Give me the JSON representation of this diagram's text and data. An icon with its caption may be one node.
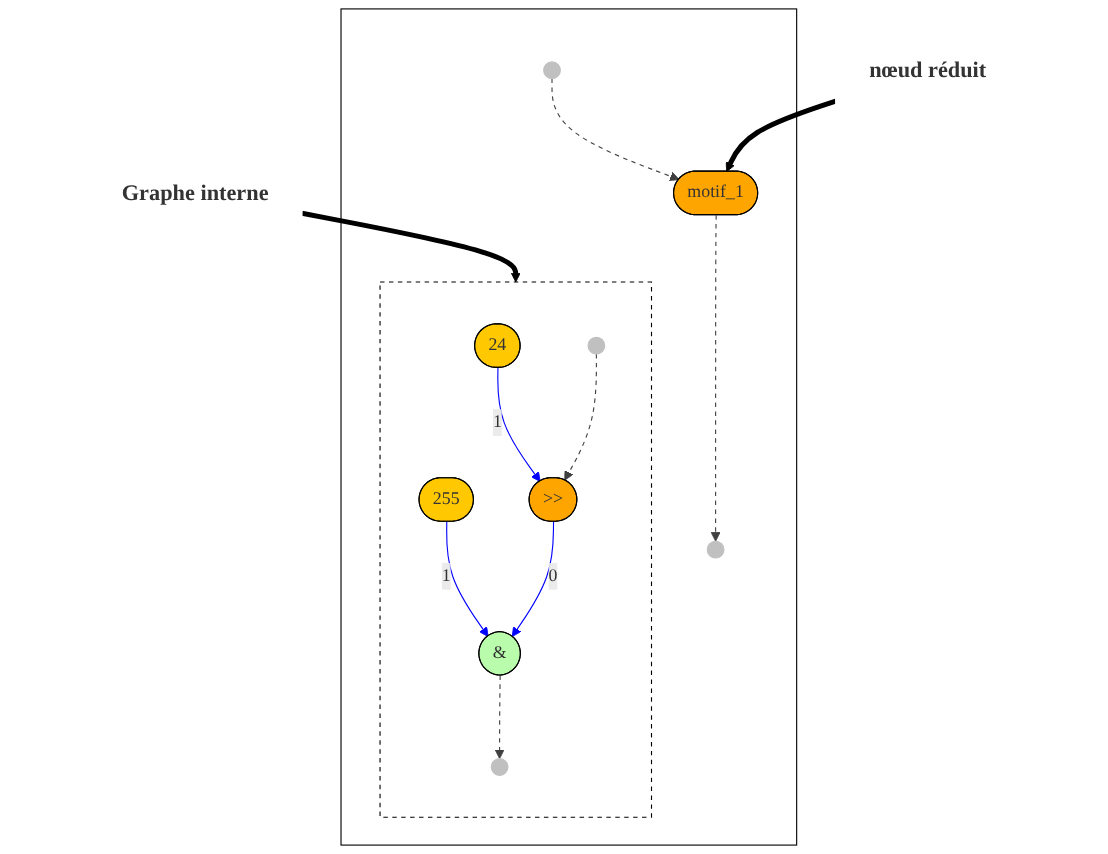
{
  "diagram": {
    "nodes": [
      {
        "text": [],
        "shape": "box"
      },
      {
        "text": [],
        "shape": "box",
        "in": 0
      },
      {
        "text": [
          "24"
        ],
        "in": 1
      },
      {
        "text": [],
        "shape": "circle",
        "in": 1
      },
      {
        "text": [
          "255"
        ],
        "in": 1
      },
      {
        "text": [
          ">>"
        ],
        "in": 1
      },
      {
        "text": [
          "&"
        ],
        "in": 1
      },
      {
        "text": [],
        "shape": "circle",
        "in": 1
      },
      {
        "text": [],
        "shape": "circle",
        "in": 0
      },
      {
        "text": [
          "motif_1"
        ],
        "in": 0
      },
      {
        "text": [],
        "shape": "circle",
        "in": 0
      },
      {
        "text": [
          "Graphe interne"
        ]
      },
      {
        "text": [
          "nœud réduit"
        ]
      }
    ],
    "edges": [
      {
        "from": 2,
        "to": 5,
        "arrow": "to",
        "label": "1",
        "color": "#0000ff"
      },
      {
        "from": 3,
        "to": 5,
        "arrow": "to",
        "style": "dashed",
        "color": "#404040"
      },
      {
        "from": 4,
        "to": 6,
        "arrow": "to",
        "label": "1",
        "color": "#0000ff"
      },
      {
        "from": 5,
        "to": 6,
        "arrow": "to",
        "label": "0",
        "color": "#0000ff"
      },
      {
        "from": 6,
        "to": 7,
        "arrow": "to",
        "style": "dashed",
        "color": "#404040"
      },
      {
        "from": 8,
        "to": 9,
        "arrow": "to",
        "style": "dashed",
        "color": "#404040"
      },
      {
        "from": 9,
        "to": 10,
        "arrow": "to",
        "style": "dashed",
        "color": "#404040"
      },
      {
        "from": 11,
        "to": 1,
        "arrow": "to",
        "style": "thick",
        "color": "#000000"
      },
      {
        "from": 12,
        "to": 9,
        "arrow": "to",
        "style": "thick",
        "color": "#000000"
      }
    ]
  }
}
